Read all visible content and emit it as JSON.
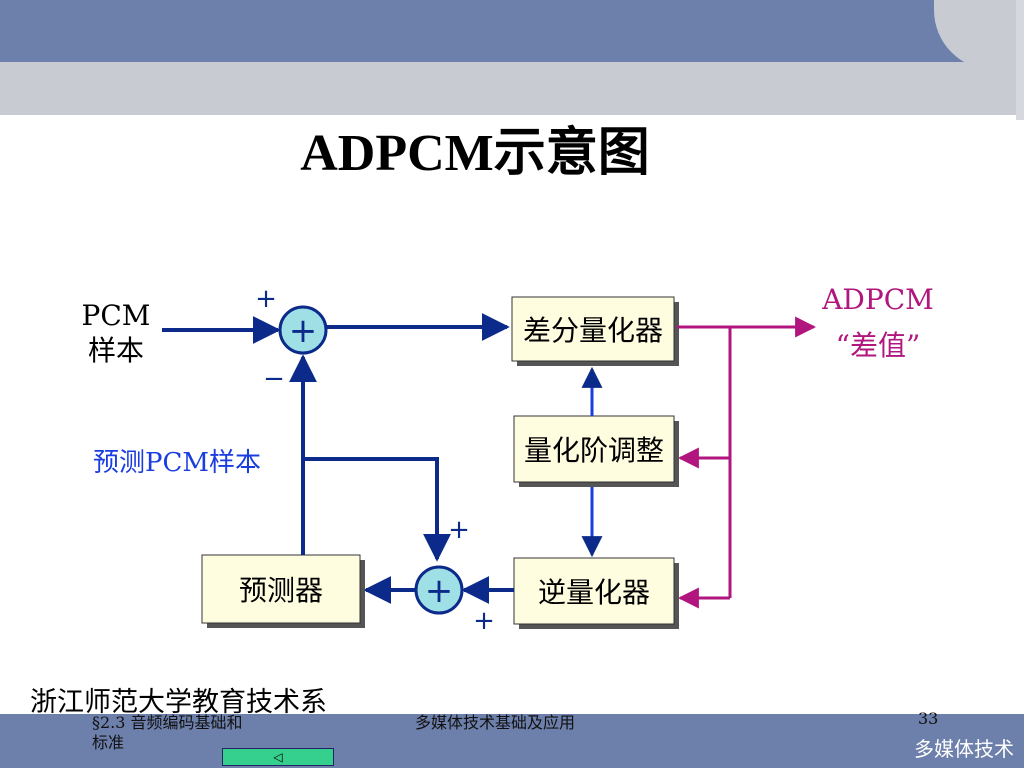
{
  "title": "ADPCM示意图",
  "diagram": {
    "input_label_line1": "PCM",
    "input_label_line2": "样本",
    "plus_top": "+",
    "minus": "−",
    "sum_symbol": "+",
    "predicted_label": "预测PCM样本",
    "quantizer": "差分量化器",
    "step_adjust": "量化阶调整",
    "inverse_quantizer": "逆量化器",
    "predictor": "预测器",
    "output_label_line1": "ADPCM",
    "output_label_line2": "“差值”",
    "plus_lower_top": "+",
    "plus_lower_bottom": "+",
    "colors": {
      "blue": "#0b2a8a",
      "magenta": "#b0167e",
      "box_fill": "#fffde0",
      "sum_fill": "#9fe0e6"
    }
  },
  "footer": {
    "department": "浙江师范大学教育技术系",
    "section_line1": "§2.3 音频编码基础和",
    "section_line2": "标准",
    "course": "多媒体技术基础及应用",
    "page_number": "33",
    "brand": "多媒体技术",
    "nav_icon": "back-arrow-icon",
    "nav_symbol": "◁"
  }
}
